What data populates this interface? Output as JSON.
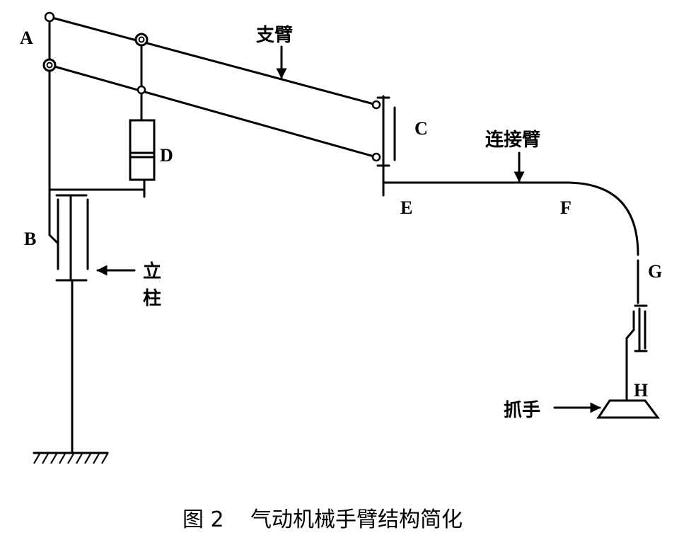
{
  "points": {
    "A": "A",
    "B": "B",
    "C": "C",
    "D": "D",
    "E": "E",
    "F": "F",
    "G": "G",
    "H": "H"
  },
  "labels": {
    "support_arm": "支臂",
    "connecting_arm": "连接臂",
    "column_line1": "立",
    "column_line2": "柱",
    "gripper": "抓手"
  },
  "caption": {
    "number": "图 2",
    "text": "气动机械手臂结构简化"
  }
}
